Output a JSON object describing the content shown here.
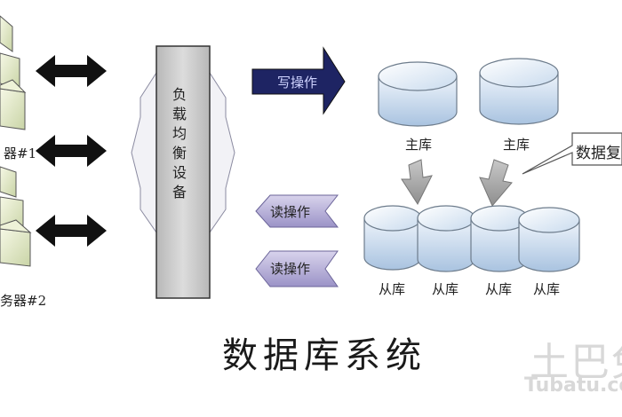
{
  "load_balancer": {
    "label": "负载均衡设备"
  },
  "servers": [
    {
      "label": "器#1"
    },
    {
      "label": "务器#2"
    }
  ],
  "write_op": {
    "label": "写操作"
  },
  "read_ops": [
    {
      "label": "读操作"
    },
    {
      "label": "读操作"
    }
  ],
  "master_dbs": [
    {
      "label": "主库"
    },
    {
      "label": "主库"
    }
  ],
  "slave_dbs": [
    {
      "label": "从库"
    },
    {
      "label": "从库"
    },
    {
      "label": "从库"
    },
    {
      "label": "从库"
    }
  ],
  "callout": {
    "label": "数据复"
  },
  "caption": "数据库系统",
  "watermark": {
    "line1": "土巴兔",
    "line2": "Tubatu.com"
  }
}
